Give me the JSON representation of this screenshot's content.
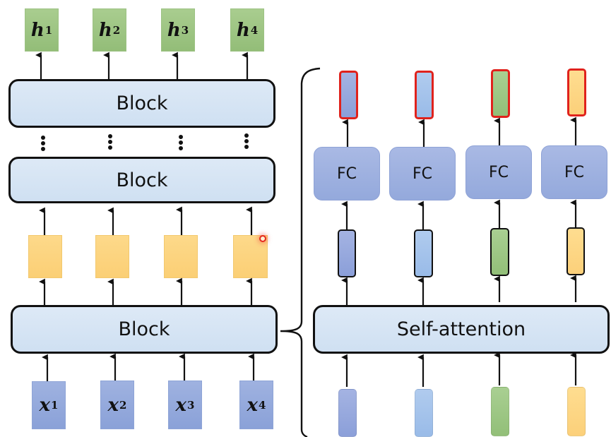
{
  "left_stack": {
    "outputs": [
      {
        "var": "h",
        "sup": "1"
      },
      {
        "var": "h",
        "sup": "2"
      },
      {
        "var": "h",
        "sup": "3"
      },
      {
        "var": "h",
        "sup": "4"
      }
    ],
    "blocks": [
      {
        "label": "Block"
      },
      {
        "label": "Block"
      },
      {
        "label": "Block"
      }
    ],
    "ellipsis": "⋮",
    "intermediate_count": 4,
    "inputs": [
      {
        "var": "x",
        "sup": "1"
      },
      {
        "var": "x",
        "sup": "2"
      },
      {
        "var": "x",
        "sup": "3"
      },
      {
        "var": "x",
        "sup": "4"
      }
    ]
  },
  "block_detail": {
    "fc_layers": [
      {
        "label": "FC"
      },
      {
        "label": "FC"
      },
      {
        "label": "FC"
      },
      {
        "label": "FC"
      }
    ],
    "self_attention": {
      "label": "Self-attention"
    },
    "vector_colors": [
      "blue",
      "light-blue",
      "green",
      "yellow"
    ]
  },
  "colors": {
    "output_green": "#a9cd8f",
    "input_blue": "#9fb2e0",
    "intermediate_yellow": "#fdd98a",
    "block_fill": "#d6e5f4",
    "output_vector_border": "#e0221c",
    "arrow": "#111111"
  }
}
